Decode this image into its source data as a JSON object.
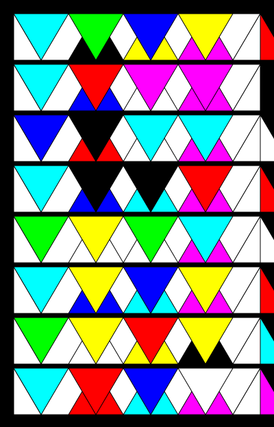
{
  "palette": {
    "background": "#000000",
    "stroke": "#000000",
    "cyan": "#00ffff",
    "black": "#000000",
    "green": "#00ff00",
    "yellow": "#ffff00",
    "blue": "#0000ff",
    "magenta": "#ff00ff",
    "red": "#ff0000",
    "white": "#ffffff"
  },
  "puzzle": {
    "rows": [
      [
        "white",
        "cyan",
        "black",
        "green",
        "yellow",
        "blue",
        "magenta",
        "yellow",
        "red",
        "white"
      ],
      [
        "white",
        "cyan",
        "blue",
        "red",
        "white",
        "magenta",
        "magenta",
        "magenta",
        "black",
        "white"
      ],
      [
        "white",
        "blue",
        "red",
        "black",
        "white",
        "cyan",
        "magenta",
        "cyan",
        "white",
        "white"
      ],
      [
        "white",
        "cyan",
        "blue",
        "black",
        "cyan",
        "black",
        "magenta",
        "red",
        "red",
        "white"
      ],
      [
        "white",
        "green",
        "white",
        "yellow",
        "white",
        "green",
        "magenta",
        "cyan",
        "white",
        "white"
      ],
      [
        "white",
        "cyan",
        "blue",
        "yellow",
        "cyan",
        "blue",
        "magenta",
        "yellow",
        "red",
        "white"
      ],
      [
        "white",
        "green",
        "white",
        "yellow",
        "yellow",
        "red",
        "black",
        "yellow",
        "cyan",
        "white"
      ],
      [
        "white",
        "cyan",
        "red",
        "red",
        "cyan",
        "blue",
        "magenta",
        "white",
        "magenta",
        "white"
      ]
    ]
  }
}
